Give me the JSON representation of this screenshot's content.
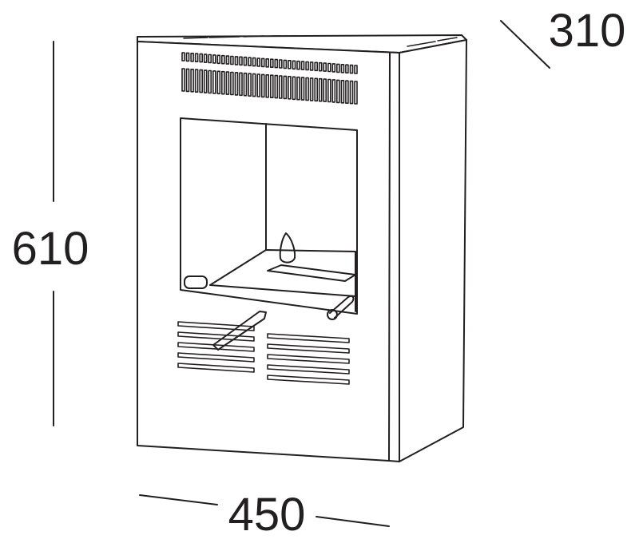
{
  "drawing": {
    "subject": "stove-line-drawing",
    "stroke_color": "#231f20",
    "background": "#ffffff"
  },
  "dimensions": {
    "height": "610",
    "width": "450",
    "depth": "310"
  }
}
